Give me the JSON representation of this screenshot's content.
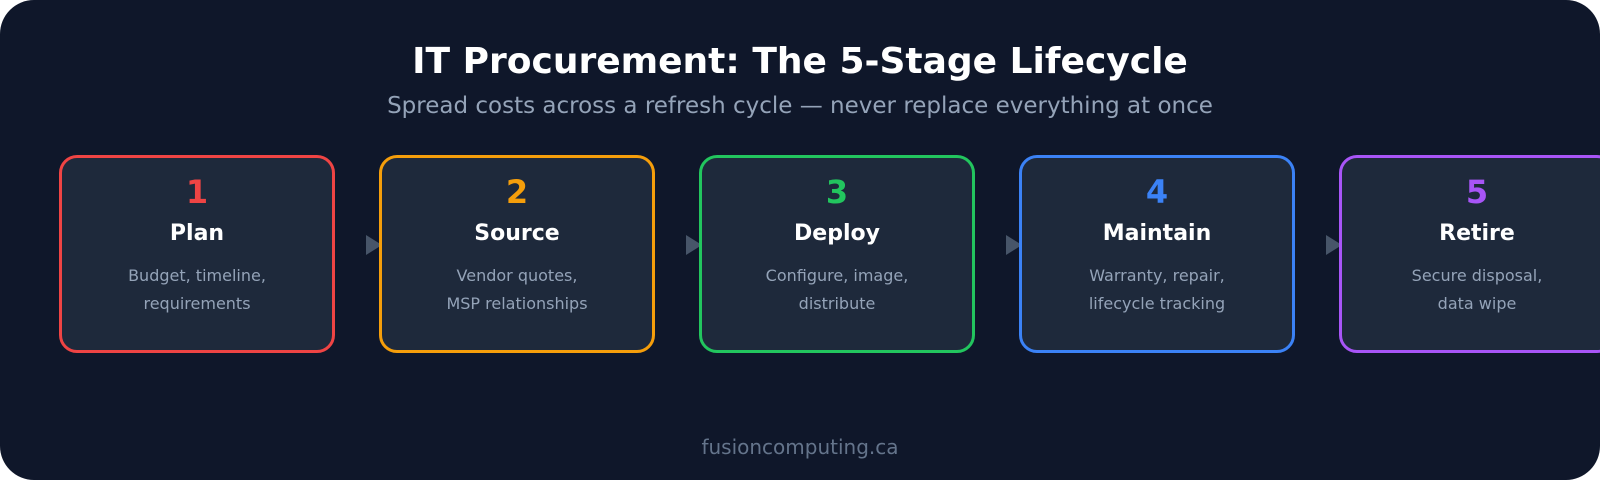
{
  "header": {
    "title": "IT Procurement: The 5-Stage Lifecycle",
    "subtitle": "Spread costs across a refresh cycle — never replace everything at once"
  },
  "stages": [
    {
      "number": "1",
      "name": "Plan",
      "desc_lines": [
        "Budget, timeline,",
        "requirements"
      ],
      "color": "#ef4444"
    },
    {
      "number": "2",
      "name": "Source",
      "desc_lines": [
        "Vendor quotes,",
        "MSP relationships"
      ],
      "color": "#f59e0b"
    },
    {
      "number": "3",
      "name": "Deploy",
      "desc_lines": [
        "Configure, image,",
        "distribute"
      ],
      "color": "#22c55e"
    },
    {
      "number": "4",
      "name": "Maintain",
      "desc_lines": [
        "Warranty, repair,",
        "lifecycle tracking"
      ],
      "color": "#3b82f6"
    },
    {
      "number": "5",
      "name": "Retire",
      "desc_lines": [
        "Secure disposal,",
        "data wipe"
      ],
      "color": "#a855f7"
    }
  ],
  "footer": {
    "text": "fusioncomputing.ca"
  },
  "colors": {
    "background": "#0f172a",
    "card": "#1e293b",
    "arrow": "#475569",
    "muted_text": "#94a3b8"
  }
}
